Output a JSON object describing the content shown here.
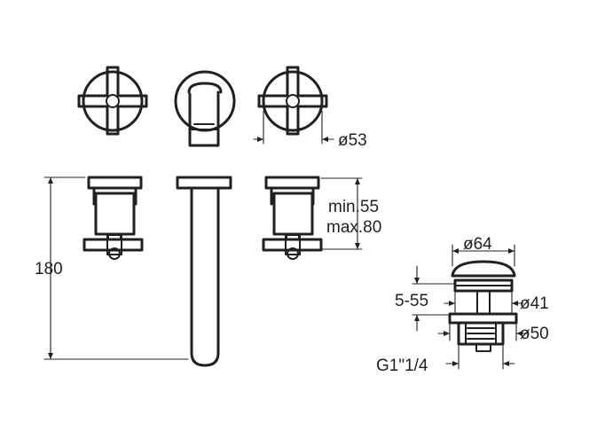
{
  "labels": {
    "dia_rosette": "ø53",
    "min_depth": "min.55",
    "max_depth": "max.80",
    "height": "180",
    "dia_plug": "ø64",
    "plug_range": "5-55",
    "dia_41": "ø41",
    "dia_50": "ø50",
    "thread": "G1\"1/4"
  }
}
